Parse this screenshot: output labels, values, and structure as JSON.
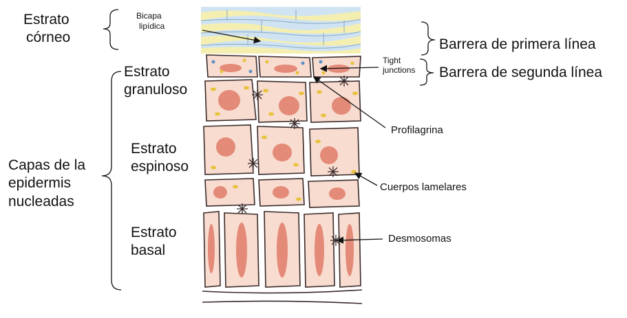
{
  "labels": {
    "estrato_corneo_1": "Estrato",
    "estrato_corneo_2": "córneo",
    "bicapa_1": "Bicapa",
    "bicapa_2": "lipídica",
    "barrera_primera": "Barrera de primera línea",
    "tight_1": "Tight",
    "tight_2": "junctions",
    "barrera_segunda": "Barrera de segunda línea",
    "granuloso_1": "Estrato",
    "granuloso_2": "granuloso",
    "profilagrina": "Profilagrina",
    "espinoso_1": "Estrato",
    "espinoso_2": "espinoso",
    "capas_1": "Capas de la",
    "capas_2": "epidermis",
    "capas_3": "nucleadas",
    "cuerpos": "Cuerpos lamelares",
    "basal_1": "Estrato",
    "basal_2": "basal",
    "desmosomas": "Desmosomas"
  },
  "colors": {
    "cell_fill": "#f7dccf",
    "cell_outline": "#3a2a2a",
    "nucleus": "#e48a78",
    "granule": "#e8c23a",
    "blue_granule": "#5b8fc9",
    "lipid_blue": "#bcd9ef",
    "lipid_yellow": "#f4efb0"
  }
}
